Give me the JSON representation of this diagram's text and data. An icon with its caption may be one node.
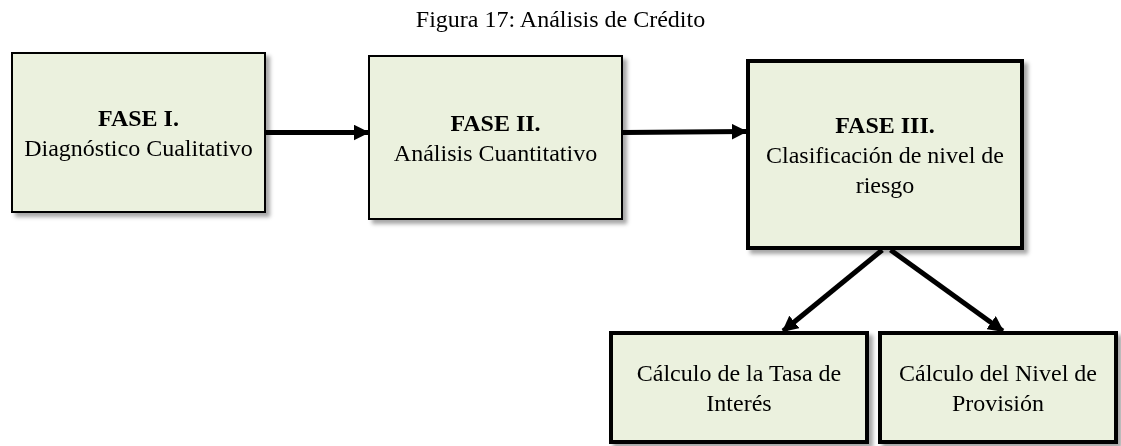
{
  "diagram": {
    "title": "Figura 17: Análisis de Crédito",
    "nodes": [
      {
        "text": [
          "FASE I.",
          "Diagnóstico Cualitativo"
        ]
      },
      {
        "text": [
          "FASE II.",
          "Análisis Cuantitativo"
        ]
      },
      {
        "text": [
          "FASE III.",
          "Clasificación de nivel de riesgo"
        ]
      },
      {
        "text": [
          "Cálculo de la Tasa de Interés"
        ]
      },
      {
        "text": [
          "Cálculo del Nivel de Provisión"
        ]
      }
    ],
    "edges": [
      {
        "from": 0,
        "to": 1,
        "arrow": "to"
      },
      {
        "from": 1,
        "to": 2,
        "arrow": "to"
      },
      {
        "from": 2,
        "to": 3,
        "arrow": "to"
      },
      {
        "from": 2,
        "to": 4,
        "arrow": "to"
      }
    ]
  }
}
